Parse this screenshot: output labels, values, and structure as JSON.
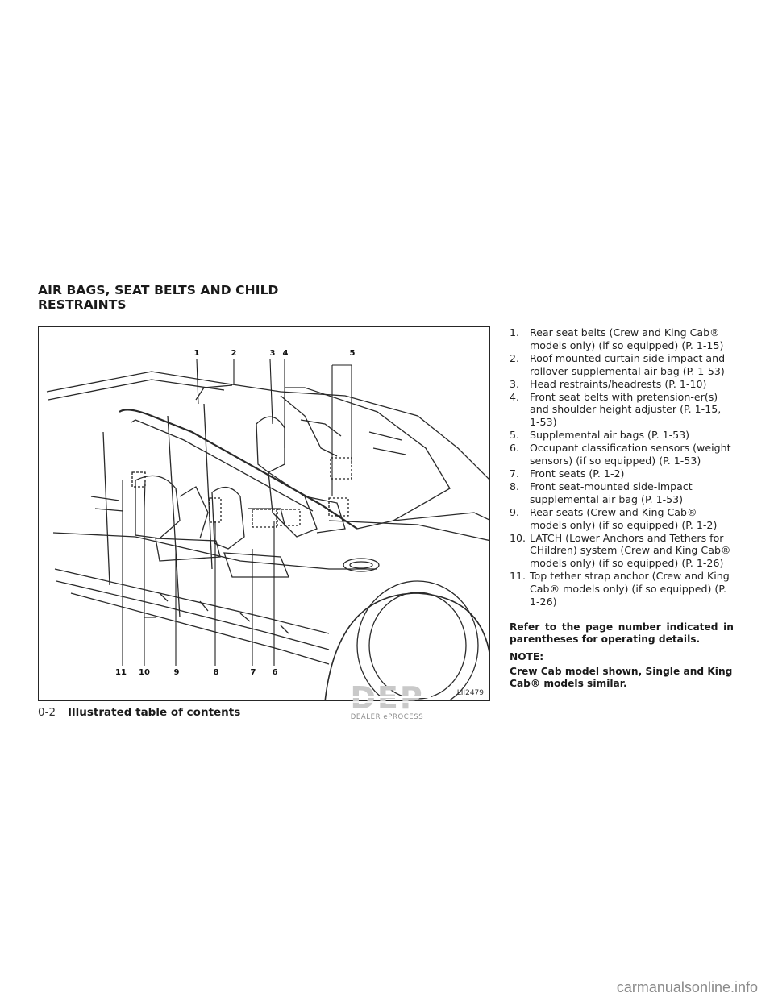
{
  "section": {
    "title_line1": "AIR BAGS, SEAT BELTS AND CHILD",
    "title_line2": "RESTRAINTS"
  },
  "figure": {
    "id": "LII2479",
    "callouts": [
      "1",
      "2",
      "3",
      "4",
      "5",
      "6",
      "7",
      "8",
      "9",
      "10",
      "11"
    ]
  },
  "items": [
    {
      "num": "1.",
      "text": "Rear seat belts (Crew and King Cab® models only) (if so equipped) (P. 1-15)"
    },
    {
      "num": "2.",
      "text": "Roof-mounted curtain side-impact and rollover supplemental air bag (P. 1-53)"
    },
    {
      "num": "3.",
      "text": "Head restraints/headrests (P. 1-10)"
    },
    {
      "num": "4.",
      "text": "Front seat belts with pretension-er(s) and shoulder height adjuster (P. 1-15, 1-53)"
    },
    {
      "num": "5.",
      "text": "Supplemental air bags (P. 1-53)"
    },
    {
      "num": "6.",
      "text": "Occupant classification sensors (weight sensors) (if so equipped) (P. 1-53)"
    },
    {
      "num": "7.",
      "text": "Front seats (P. 1-2)"
    },
    {
      "num": "8.",
      "text": "Front seat-mounted side-impact supplemental air bag (P. 1-53)"
    },
    {
      "num": "9.",
      "text": "Rear seats (Crew and King Cab® models only) (if so equipped) (P. 1-2)"
    },
    {
      "num": "10.",
      "text": "LATCH (Lower Anchors and Tethers for CHildren) system (Crew and King Cab® models only) (if so equipped) (P. 1-26)"
    },
    {
      "num": "11.",
      "text": "Top tether strap anchor (Crew and King Cab® models only) (if so equipped) (P. 1-26)"
    }
  ],
  "refer_text": "Refer to the page number indicated in parentheses for operating details.",
  "note_label": "NOTE:",
  "note_text": "Crew Cab model shown, Single and King Cab® models similar.",
  "footer": {
    "page": "0-2",
    "title": "Illustrated table of contents"
  },
  "watermark": {
    "logo": "DEP",
    "text": "DEALER ePROCESS"
  },
  "site": "carmanualsonline.info"
}
